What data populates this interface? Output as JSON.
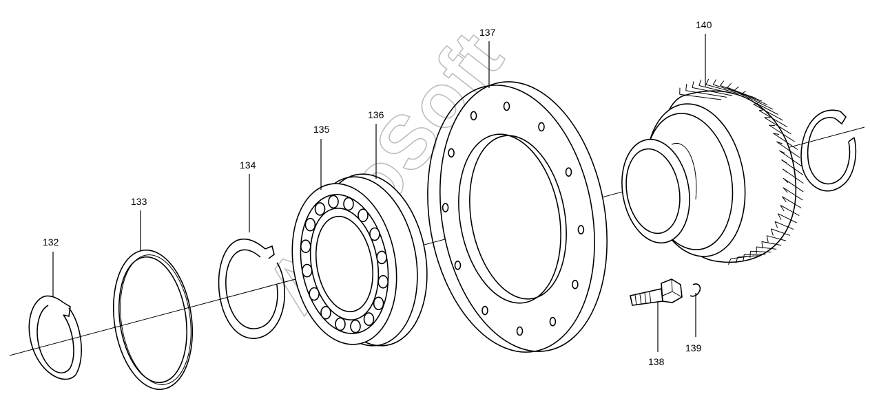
{
  "watermark": "AutoSoft",
  "callouts": [
    {
      "id": "132",
      "part": "snap-ring"
    },
    {
      "id": "133",
      "part": "shim-ring"
    },
    {
      "id": "134",
      "part": "retaining-ring"
    },
    {
      "id": "135",
      "part": "roller-bearing"
    },
    {
      "id": "136",
      "part": "bearing-outer-race"
    },
    {
      "id": "137",
      "part": "bearing-flange"
    },
    {
      "id": "138",
      "part": "hex-bolt"
    },
    {
      "id": "139",
      "part": "washer"
    },
    {
      "id": "140",
      "part": "helical-gear"
    }
  ]
}
